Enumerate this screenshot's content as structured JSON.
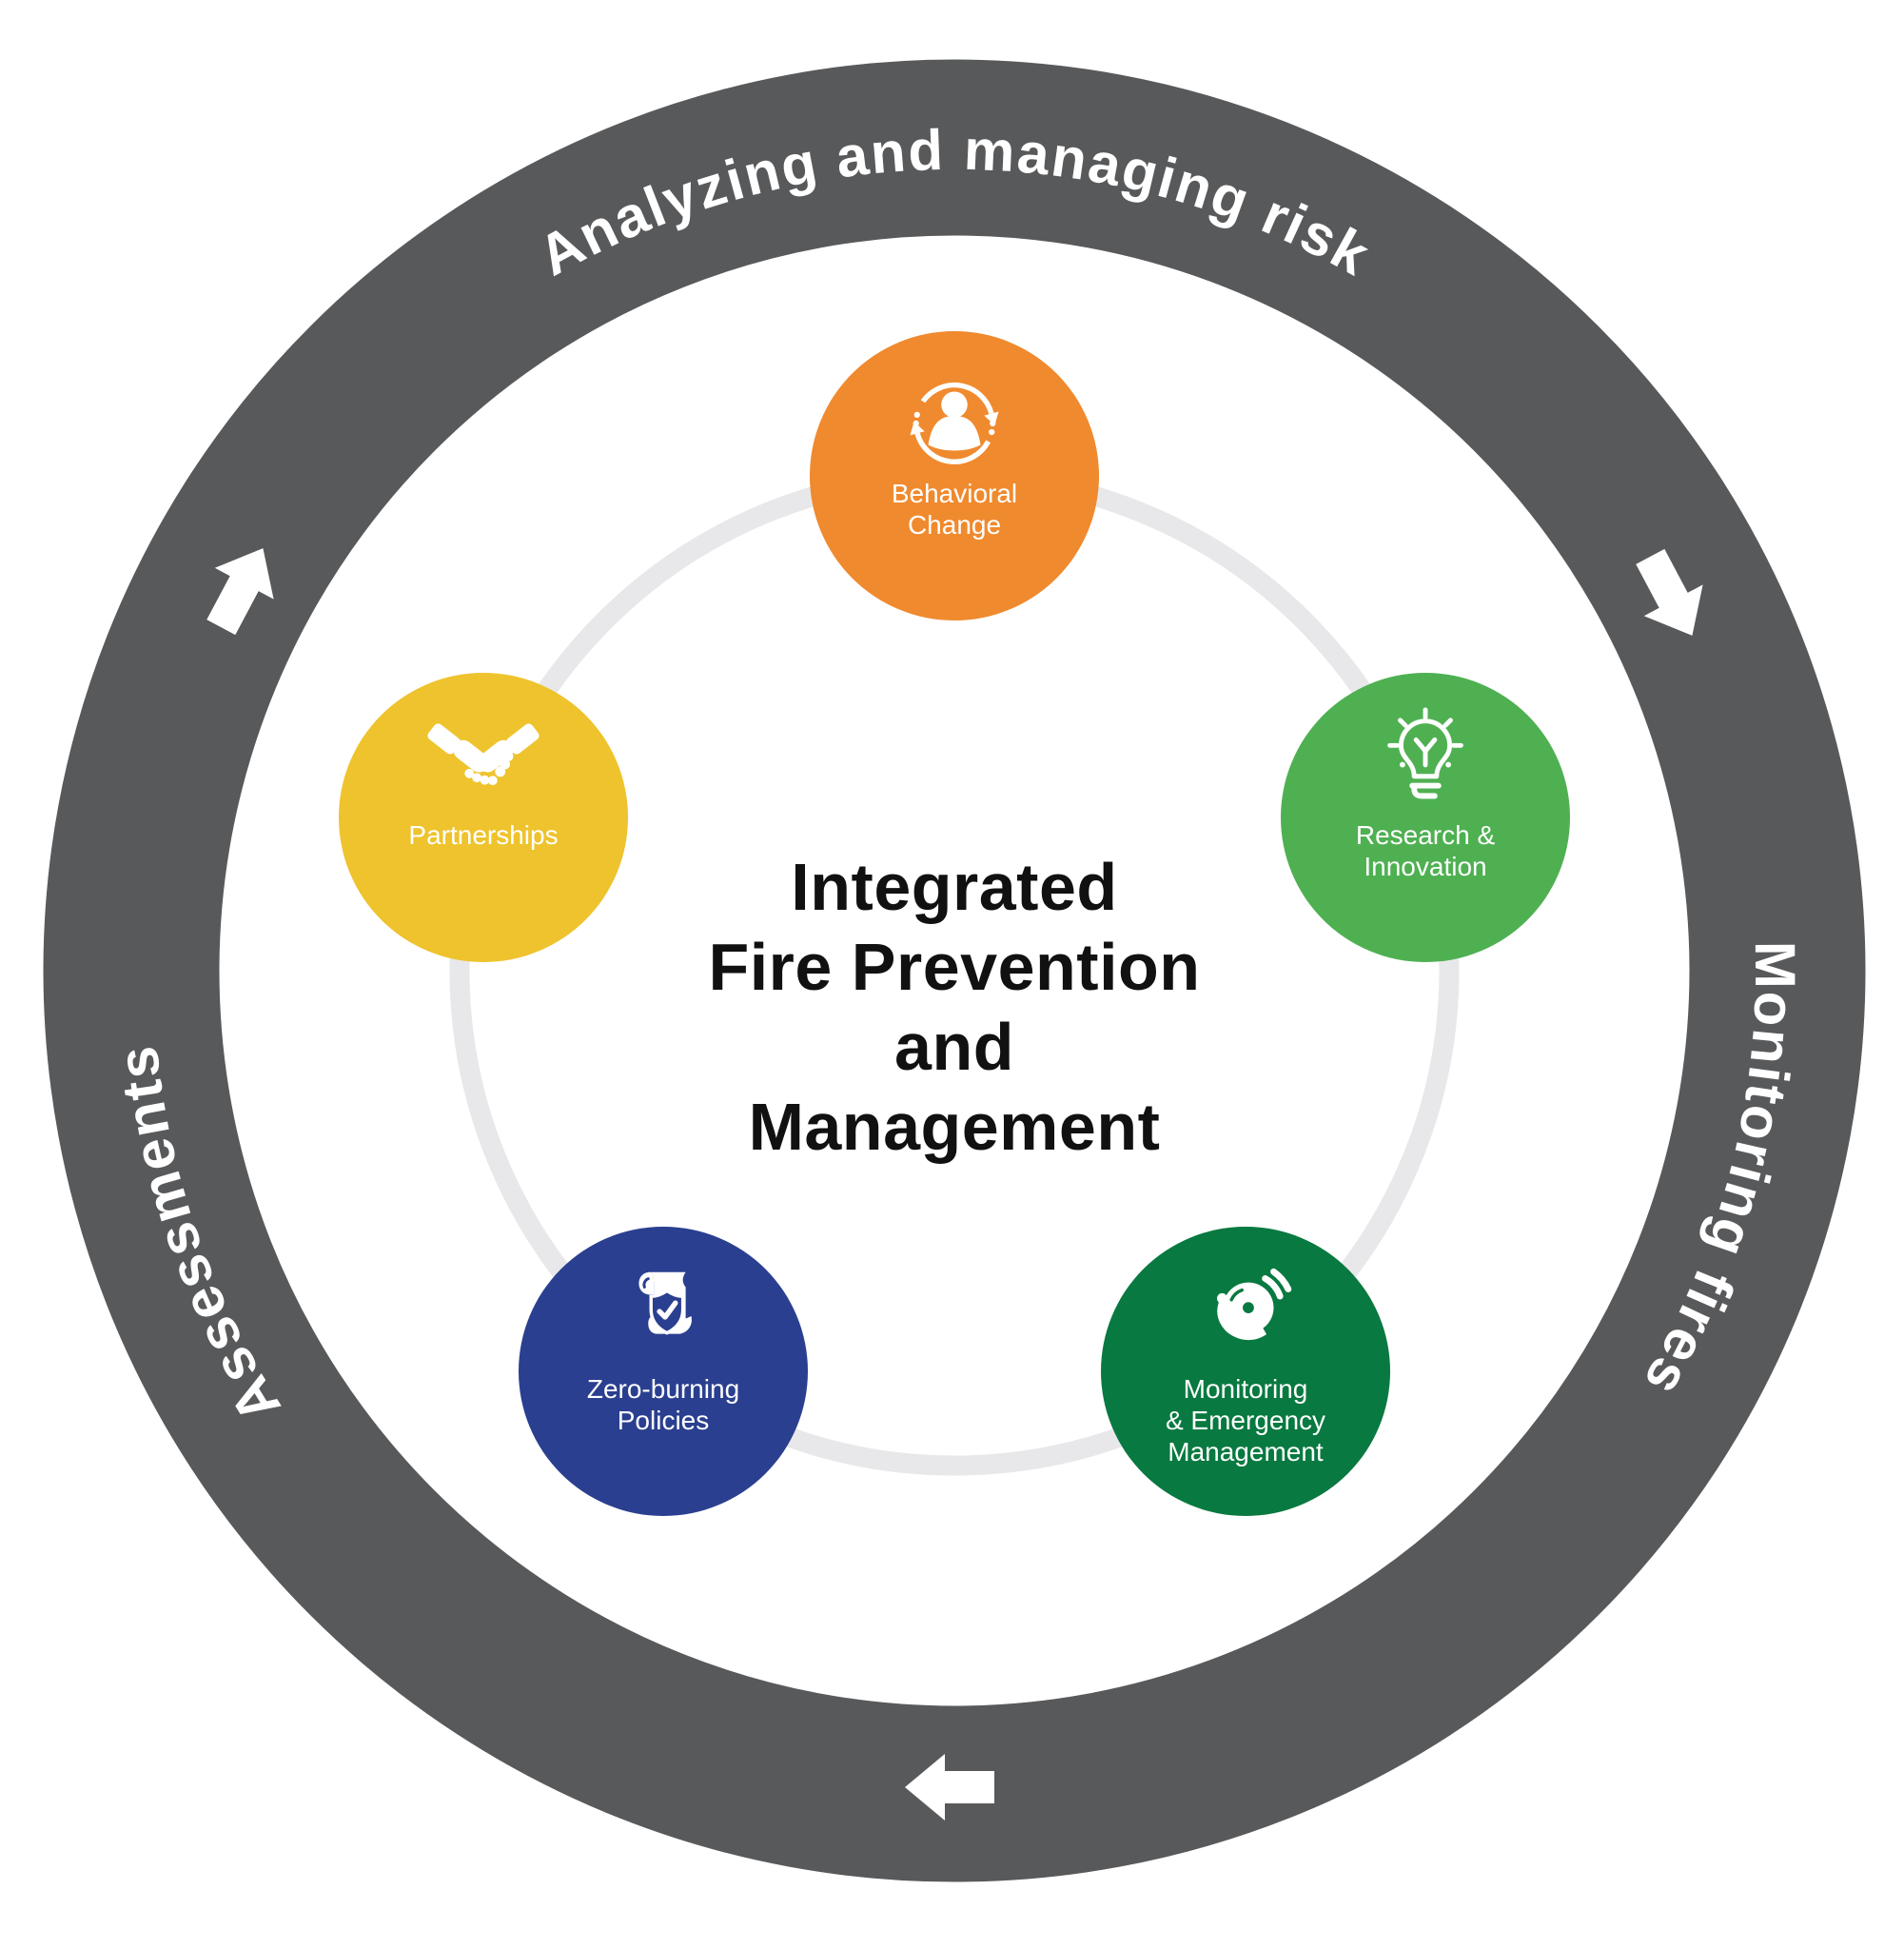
{
  "title": "Integrated\nFire Prevention\nand\nManagement",
  "ring": {
    "color": "#58595B",
    "arrow_color": "#FFFFFF",
    "flow_direction": "clockwise",
    "arrow_icons": [
      "arrow-up-icon",
      "arrow-down-icon",
      "arrow-left-icon"
    ],
    "labels": [
      {
        "text": "Analyzing and managing risk",
        "position": "top"
      },
      {
        "text": "Monitoring fires",
        "position": "right"
      },
      {
        "text": "Assessments",
        "position": "left"
      }
    ]
  },
  "connector": {
    "color": "#E8E8EA"
  },
  "nodes": [
    {
      "label": "Behavioral\nChange",
      "icon": "person-cycle-icon",
      "color": "#F08A2E"
    },
    {
      "label": "Research &\nInnovation",
      "icon": "lightbulb-icon",
      "color": "#4FB052"
    },
    {
      "label": "Monitoring\n& Emergency\nManagement",
      "icon": "alarm-bell-icon",
      "color": "#087940"
    },
    {
      "label": "Zero-burning\nPolicies",
      "icon": "policy-scroll-shield-icon",
      "color": "#2A3F8F"
    },
    {
      "label": "Partnerships",
      "icon": "handshake-icon",
      "color": "#EEC32D"
    }
  ],
  "background": "#FFFFFF",
  "title_color": "#111111"
}
